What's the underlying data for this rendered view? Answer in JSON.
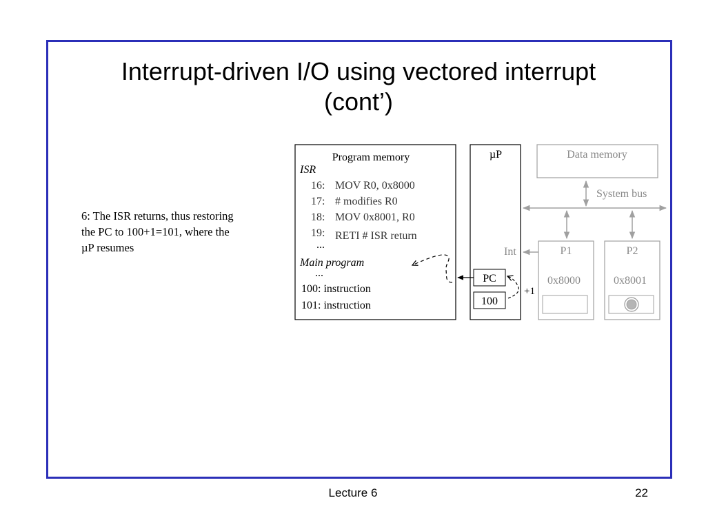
{
  "slide": {
    "title_lines": [
      "Interrupt-driven I/O using vectored interrupt",
      "(cont’)"
    ],
    "caption_lines": [
      "6: The ISR returns, thus restoring",
      "the PC to 100+1=101, where the",
      "µP resumes"
    ],
    "footer": "Lecture 6",
    "page_number": "22"
  },
  "diagram": {
    "program_memory": {
      "label": "Program memory",
      "isr_label": "ISR",
      "isr_lines": [
        {
          "num": "16:",
          "code": "MOV R0, 0x8000"
        },
        {
          "num": "17:",
          "code": "# modifies R0"
        },
        {
          "num": "18:",
          "code": "MOV 0x8001, R0"
        },
        {
          "num": "19:",
          "code": "RETI  # ISR return"
        }
      ],
      "ellipsis_1": "...",
      "main_label": "Main program",
      "ellipsis_2": "...",
      "main_lines": [
        "100:  instruction",
        "101:  instruction"
      ]
    },
    "microprocessor": {
      "label": "µP",
      "pc_label": "PC",
      "pc_value": "100",
      "increment_label": "+1"
    },
    "data_memory_label": "Data memory",
    "system_bus_label": "System bus",
    "int_label": "Int",
    "peripherals": [
      {
        "label": "P1",
        "address": "0x8000"
      },
      {
        "label": "P2",
        "address": "0x8001"
      }
    ]
  },
  "colors": {
    "frame_border": "#2b2fb8",
    "gray": "#a0a0a0"
  }
}
